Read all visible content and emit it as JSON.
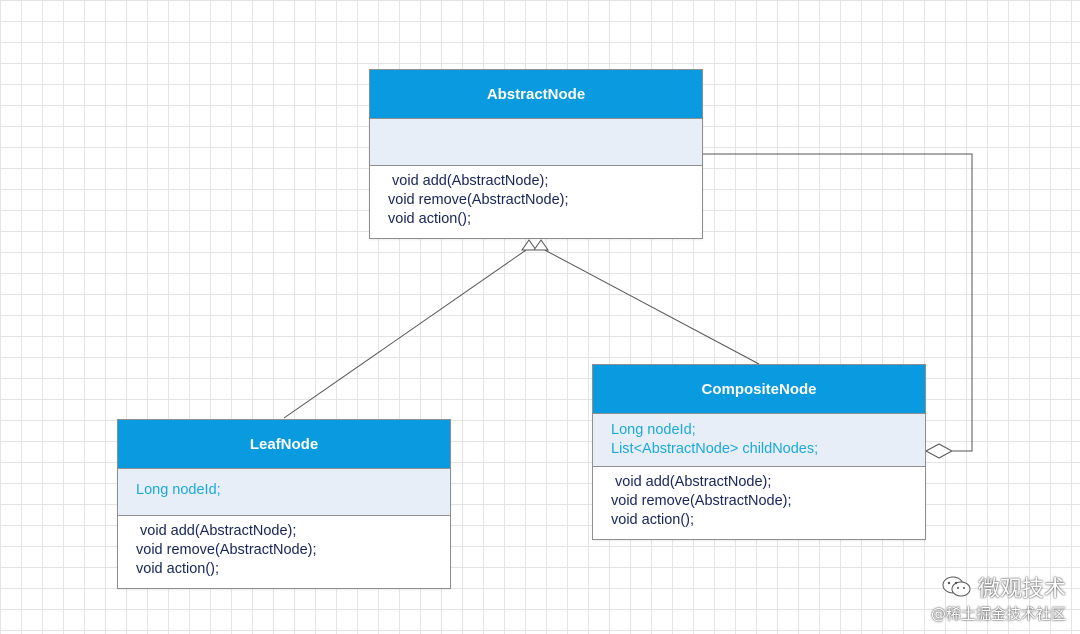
{
  "classes": {
    "abstract_node": {
      "name": "AbstractNode",
      "attributes": [],
      "methods": [
        " void add(AbstractNode);",
        "void remove(AbstractNode);",
        "void action();"
      ]
    },
    "leaf_node": {
      "name": "LeafNode",
      "attributes": [
        "Long nodeId;"
      ],
      "methods": [
        " void add(AbstractNode);",
        "void remove(AbstractNode);",
        "void action();"
      ]
    },
    "composite_node": {
      "name": "CompositeNode",
      "attributes": [
        "Long nodeId;",
        "List<AbstractNode> childNodes;"
      ],
      "methods": [
        " void add(AbstractNode);",
        "void remove(AbstractNode);",
        "void action();"
      ]
    }
  },
  "relations": [
    {
      "type": "generalization",
      "from": "LeafNode",
      "to": "AbstractNode"
    },
    {
      "type": "generalization",
      "from": "CompositeNode",
      "to": "AbstractNode"
    },
    {
      "type": "aggregation",
      "from": "CompositeNode",
      "to": "AbstractNode"
    }
  ],
  "colors": {
    "header": "#0a9ae0",
    "attribute_text": "#1aa9d8",
    "method_text": "#17255a",
    "attribute_band": "#e8eef8"
  },
  "watermark": {
    "icon": "wechat-icon",
    "title": "微观技术",
    "subtitle": "@稀土掘金技术社区"
  }
}
